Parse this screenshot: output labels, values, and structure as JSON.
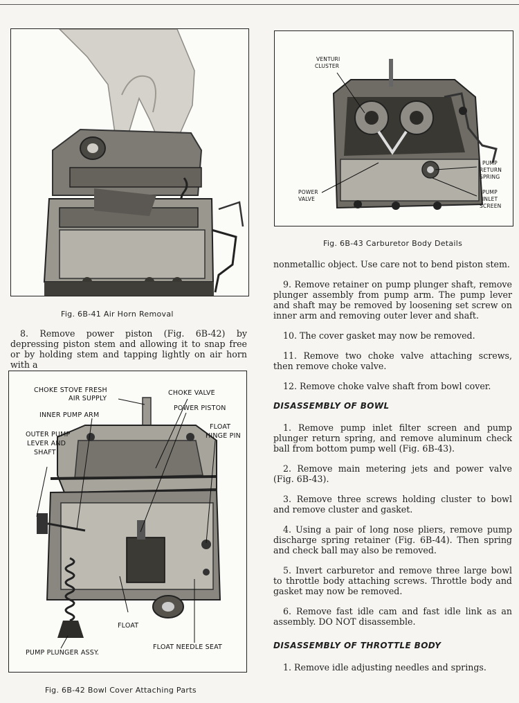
{
  "figures": {
    "fig41": {
      "caption": "Fig. 6B-41   Air Horn Removal"
    },
    "fig42": {
      "caption": "Fig. 6B-42   Bowl Cover Attaching Parts",
      "labels": {
        "choke_stove_1": "CHOKE STOVE FRESH",
        "choke_stove_2": "AIR SUPPLY",
        "choke_valve": "CHOKE VALVE",
        "power_piston": "POWER PISTON",
        "inner_pump_arm": "INNER PUMP ARM",
        "float_hinge_1": "FLOAT",
        "float_hinge_2": "HINGE PIN",
        "outer_pump_1": "OUTER PUMP",
        "outer_pump_2": "LEVER AND",
        "outer_pump_3": "SHAFT",
        "float": "FLOAT",
        "pump_plunger": "PUMP PLUNGER ASSY.",
        "float_needle_seat": "FLOAT NEEDLE SEAT"
      }
    },
    "fig43": {
      "caption": "Fig. 6B-43   Carburetor Body Details",
      "labels": {
        "venturi_1": "VENTURI",
        "venturi_2": "CLUSTER",
        "power_valve_1": "POWER",
        "power_valve_2": "VALVE",
        "pump_return_1": "PUMP",
        "pump_return_2": "RETURN",
        "pump_return_3": "SPRING",
        "pump_inlet_1": "PUMP",
        "pump_inlet_2": "INLET",
        "pump_inlet_3": "SCREEN"
      }
    }
  },
  "left_column": {
    "step8": "8. Remove power piston (Fig. 6B-42) by depressing piston stem and allowing it to snap free or by holding stem and tapping lightly on air horn with a"
  },
  "right_column": {
    "continuation": "nonmetallic object. Use care not to bend piston stem.",
    "step9": "9. Remove retainer on pump plunger shaft, remove plunger assembly from pump arm. The pump lever and shaft may be removed by loosening set screw on inner arm and removing outer lever and shaft.",
    "step10": "10. The cover gasket may now be removed.",
    "step11": "11. Remove two choke valve attaching screws, then remove choke valve.",
    "step12": "12. Remove choke valve shaft from bowl cover.",
    "heading_bowl": "DISASSEMBLY OF BOWL",
    "bowl1": "1. Remove pump inlet filter screen and pump plunger return spring, and remove aluminum check ball from bottom pump well (Fig. 6B-43).",
    "bowl2": "2. Remove main metering jets and power valve (Fig. 6B-43).",
    "bowl3": "3. Remove three screws holding cluster to bowl and remove cluster and gasket.",
    "bowl4": "4. Using a pair of long nose pliers, remove pump discharge spring retainer (Fig. 6B-44). Then spring and check ball may also be removed.",
    "bowl5": "5. Invert carburetor and remove three large bowl to throttle body attaching screws. Throttle body and gasket may now be removed.",
    "bowl6": "6. Remove fast idle cam and fast idle link as an assembly. DO NOT disassemble.",
    "heading_throttle": "DISASSEMBLY OF THROTTLE BODY",
    "throttle1": "1. Remove idle adjusting needles and springs."
  }
}
